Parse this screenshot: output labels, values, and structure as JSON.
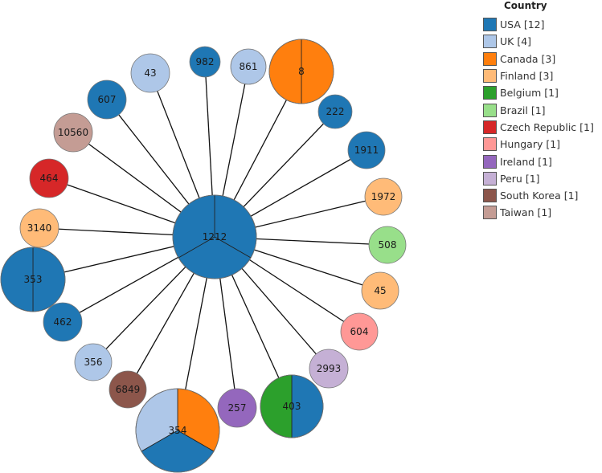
{
  "legend": {
    "title": "Country",
    "items": [
      {
        "label": "USA [12]",
        "color": "#1f77b4"
      },
      {
        "label": "UK [4]",
        "color": "#aec7e8"
      },
      {
        "label": "Canada [3]",
        "color": "#ff7f0e"
      },
      {
        "label": "Finland [3]",
        "color": "#ffbb78"
      },
      {
        "label": "Belgium [1]",
        "color": "#2ca02c"
      },
      {
        "label": "Brazil [1]",
        "color": "#98df8a"
      },
      {
        "label": "Czech Republic [1]",
        "color": "#d62728"
      },
      {
        "label": "Hungary [1]",
        "color": "#ff9896"
      },
      {
        "label": "Ireland [1]",
        "color": "#9467bd"
      },
      {
        "label": "Peru [1]",
        "color": "#c5b0d5"
      },
      {
        "label": "South Korea [1]",
        "color": "#8c564b"
      },
      {
        "label": "Taiwan [1]",
        "color": "#c49c94"
      }
    ]
  },
  "center": {
    "label": "1212",
    "slices": [
      {
        "country": "USA",
        "count": 3
      }
    ]
  },
  "nodes": [
    {
      "label": "982",
      "slices": [
        {
          "country": "USA",
          "count": 1
        }
      ]
    },
    {
      "label": "861",
      "slices": [
        {
          "country": "UK",
          "count": 1
        }
      ]
    },
    {
      "label": "8",
      "slices": [
        {
          "country": "Canada",
          "count": 2
        }
      ]
    },
    {
      "label": "222",
      "slices": [
        {
          "country": "USA",
          "count": 1
        }
      ]
    },
    {
      "label": "1911",
      "slices": [
        {
          "country": "USA",
          "count": 1
        }
      ]
    },
    {
      "label": "1972",
      "slices": [
        {
          "country": "Finland",
          "count": 1
        }
      ]
    },
    {
      "label": "508",
      "slices": [
        {
          "country": "Brazil",
          "count": 1
        }
      ]
    },
    {
      "label": "45",
      "slices": [
        {
          "country": "Finland",
          "count": 1
        }
      ]
    },
    {
      "label": "604",
      "slices": [
        {
          "country": "Hungary",
          "count": 1
        }
      ]
    },
    {
      "label": "2993",
      "slices": [
        {
          "country": "Peru",
          "count": 1
        }
      ]
    },
    {
      "label": "403",
      "slices": [
        {
          "country": "USA",
          "count": 1
        },
        {
          "country": "Belgium",
          "count": 1
        }
      ]
    },
    {
      "label": "257",
      "slices": [
        {
          "country": "Ireland",
          "count": 1
        }
      ]
    },
    {
      "label": "354",
      "slices": [
        {
          "country": "Canada",
          "count": 1
        },
        {
          "country": "USA",
          "count": 1
        },
        {
          "country": "UK",
          "count": 1
        }
      ]
    },
    {
      "label": "6849",
      "slices": [
        {
          "country": "South Korea",
          "count": 1
        }
      ]
    },
    {
      "label": "356",
      "slices": [
        {
          "country": "UK",
          "count": 1
        }
      ]
    },
    {
      "label": "462",
      "slices": [
        {
          "country": "USA",
          "count": 1
        }
      ]
    },
    {
      "label": "353",
      "slices": [
        {
          "country": "USA",
          "count": 2
        }
      ]
    },
    {
      "label": "3140",
      "slices": [
        {
          "country": "Finland",
          "count": 1
        }
      ]
    },
    {
      "label": "464",
      "slices": [
        {
          "country": "Czech Republic",
          "count": 1
        }
      ]
    },
    {
      "label": "10560",
      "slices": [
        {
          "country": "Taiwan",
          "count": 1
        }
      ]
    },
    {
      "label": "607",
      "slices": [
        {
          "country": "USA",
          "count": 1
        }
      ]
    },
    {
      "label": "43",
      "slices": [
        {
          "country": "UK",
          "count": 1
        }
      ]
    }
  ]
}
